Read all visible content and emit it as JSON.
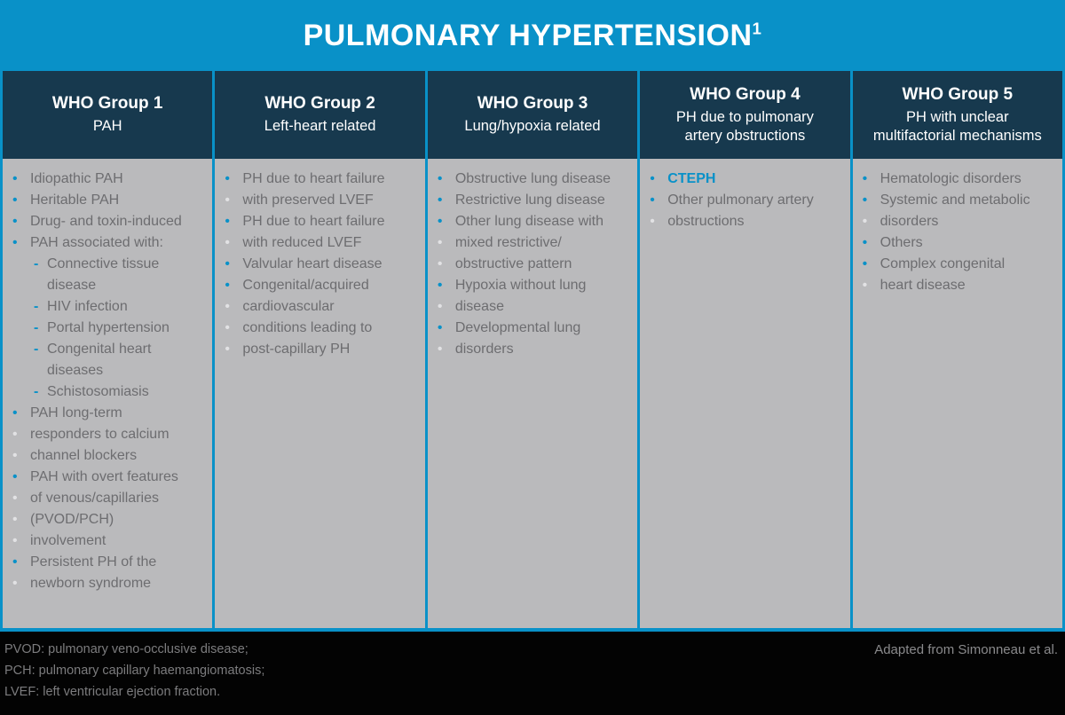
{
  "title": {
    "text": "PULMONARY HYPERTENSION",
    "superscript": "1"
  },
  "colors": {
    "accent_blue": "#0991C8",
    "header_navy": "#17394E",
    "body_gray": "#BABABC",
    "list_text_gray": "#6D6D70",
    "faint_bullet": "#E2E2E4",
    "footer_black": "#030303",
    "footer_text_gray": "#7C7C7E"
  },
  "markers": {
    "bullet": "•",
    "dash": "-"
  },
  "columns": [
    {
      "header": {
        "title": "WHO Group 1",
        "subtitle": "PAH"
      },
      "items": [
        {
          "marker": "bullet",
          "text": "Idiopathic PAH"
        },
        {
          "marker": "bullet",
          "text": "Heritable PAH"
        },
        {
          "marker": "bullet",
          "text": "Drug- and toxin-induced"
        },
        {
          "marker": "bullet",
          "text": "PAH associated with:"
        },
        {
          "marker": "dash",
          "text": "Connective tissue"
        },
        {
          "marker": "none",
          "text": "disease"
        },
        {
          "marker": "dash",
          "text": "HIV infection"
        },
        {
          "marker": "dash",
          "text": "Portal hypertension"
        },
        {
          "marker": "dash",
          "text": "Congenital heart"
        },
        {
          "marker": "none",
          "text": "diseases"
        },
        {
          "marker": "dash",
          "text": "Schistosomiasis"
        },
        {
          "marker": "bullet",
          "text": "PAH long-term"
        },
        {
          "marker": "bullet-faint",
          "text": "responders to calcium"
        },
        {
          "marker": "bullet-faint",
          "text": "channel blockers"
        },
        {
          "marker": "bullet",
          "text": "PAH with overt features"
        },
        {
          "marker": "bullet-faint",
          "text": "of venous/capillaries"
        },
        {
          "marker": "bullet-faint",
          "text": "(PVOD/PCH)"
        },
        {
          "marker": "bullet-faint",
          "text": "involvement"
        },
        {
          "marker": "bullet",
          "text": "Persistent PH of the"
        },
        {
          "marker": "bullet-faint",
          "text": "newborn syndrome"
        }
      ]
    },
    {
      "header": {
        "title": "WHO Group 2",
        "subtitle": "Left-heart related"
      },
      "items": [
        {
          "marker": "bullet",
          "text": "PH due to heart failure"
        },
        {
          "marker": "bullet-faint",
          "text": "with preserved LVEF"
        },
        {
          "marker": "bullet",
          "text": "PH due to heart failure"
        },
        {
          "marker": "bullet-faint",
          "text": "with reduced LVEF"
        },
        {
          "marker": "bullet",
          "text": "Valvular heart disease"
        },
        {
          "marker": "bullet",
          "text": "Congenital/acquired"
        },
        {
          "marker": "bullet-faint",
          "text": "cardiovascular"
        },
        {
          "marker": "bullet-faint",
          "text": "conditions leading to"
        },
        {
          "marker": "bullet-faint",
          "text": "post-capillary PH"
        }
      ]
    },
    {
      "header": {
        "title": "WHO Group 3",
        "subtitle": "Lung/hypoxia related"
      },
      "items": [
        {
          "marker": "bullet",
          "text": "Obstructive lung disease"
        },
        {
          "marker": "bullet",
          "text": "Restrictive lung disease"
        },
        {
          "marker": "bullet",
          "text": "Other lung disease with"
        },
        {
          "marker": "bullet-faint",
          "text": "mixed restrictive/"
        },
        {
          "marker": "bullet-faint",
          "text": "obstructive pattern"
        },
        {
          "marker": "bullet",
          "text": "Hypoxia without lung"
        },
        {
          "marker": "bullet-faint",
          "text": "disease"
        },
        {
          "marker": "bullet",
          "text": "Developmental lung"
        },
        {
          "marker": "bullet-faint",
          "text": "disorders"
        }
      ]
    },
    {
      "header": {
        "title": "WHO Group 4",
        "subtitle": "PH due to pulmonary\nartery obstructions"
      },
      "items": [
        {
          "marker": "bullet",
          "text": "CTEPH",
          "emphasis": true
        },
        {
          "marker": "bullet",
          "text": "Other pulmonary artery"
        },
        {
          "marker": "bullet-faint",
          "text": "obstructions"
        }
      ]
    },
    {
      "header": {
        "title": "WHO Group 5",
        "subtitle": "PH with unclear\nmultifactorial mechanisms"
      },
      "items": [
        {
          "marker": "bullet",
          "text": "Hematologic disorders"
        },
        {
          "marker": "bullet",
          "text": "Systemic and metabolic"
        },
        {
          "marker": "bullet-faint",
          "text": "disorders"
        },
        {
          "marker": "bullet",
          "text": "Others"
        },
        {
          "marker": "bullet",
          "text": "Complex congenital"
        },
        {
          "marker": "bullet-faint",
          "text": "heart disease"
        }
      ]
    }
  ],
  "footer": {
    "abbreviations": [
      "PVOD: pulmonary veno-occlusive disease;",
      "PCH: pulmonary capillary haemangiomatosis;",
      "LVEF: left ventricular ejection fraction."
    ],
    "attribution": "Adapted from Simonneau et al."
  }
}
